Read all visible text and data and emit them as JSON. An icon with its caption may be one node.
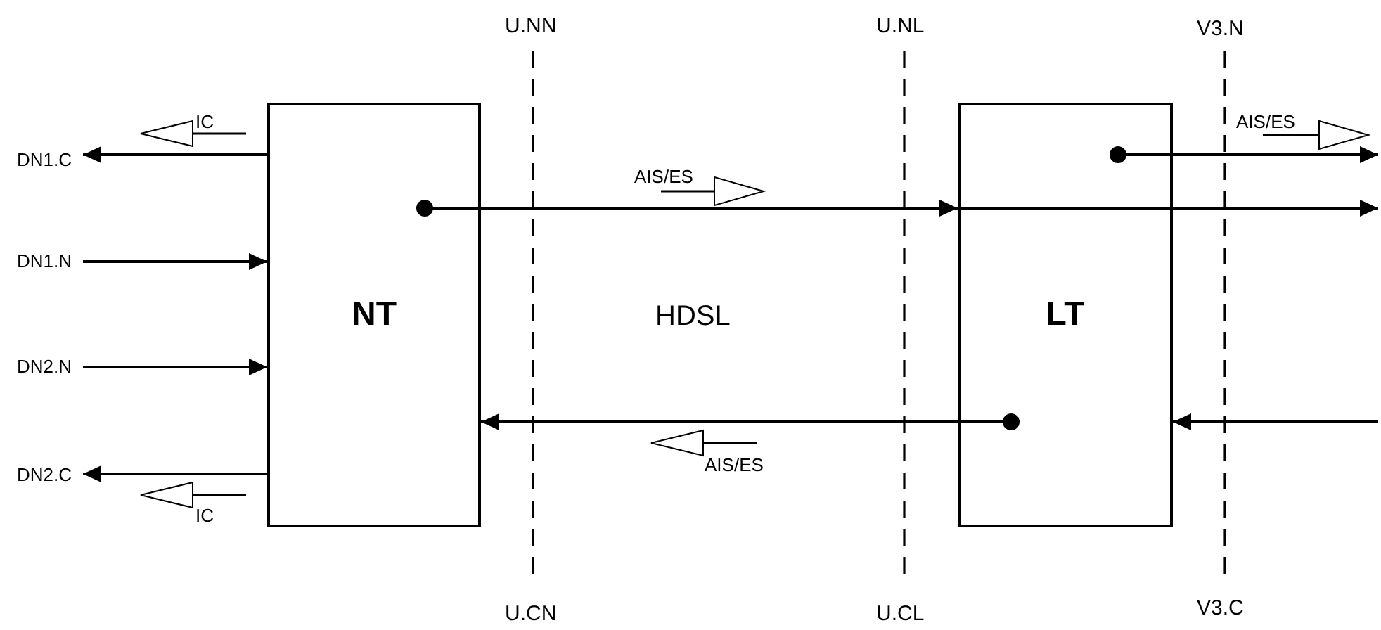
{
  "diagram": {
    "nodes": [
      {
        "text": [
          "NT"
        ]
      },
      {
        "text": [
          "LT"
        ]
      },
      {
        "text": [
          "DN1.C"
        ]
      },
      {
        "text": [
          "DN1.N"
        ]
      },
      {
        "text": [
          "DN2.N"
        ]
      },
      {
        "text": [
          "DN2.C"
        ]
      }
    ],
    "edges": [
      {
        "from": 0,
        "to": 2,
        "arrow": "to"
      },
      {
        "from": 3,
        "to": 0,
        "arrow": "to"
      },
      {
        "from": 4,
        "to": 0,
        "arrow": "to"
      },
      {
        "from": 0,
        "to": 5,
        "arrow": "to"
      },
      {
        "from": 0,
        "to": 1,
        "arrow": "to"
      },
      {
        "from": 1,
        "to": null,
        "arrow": "to"
      },
      {
        "from": 1,
        "to": null,
        "arrow": "to"
      },
      {
        "from": null,
        "to": 1,
        "arrow": "to"
      },
      {
        "from": 1,
        "to": 0,
        "arrow": "to"
      }
    ],
    "labels": [
      "U.NN",
      "U.NL",
      "V3.N",
      "IC",
      "AIS/ES",
      "AIS/ES",
      "HDSL",
      "AIS/ES",
      "IC",
      "U.CN",
      "U.CL",
      "V3.C"
    ]
  }
}
